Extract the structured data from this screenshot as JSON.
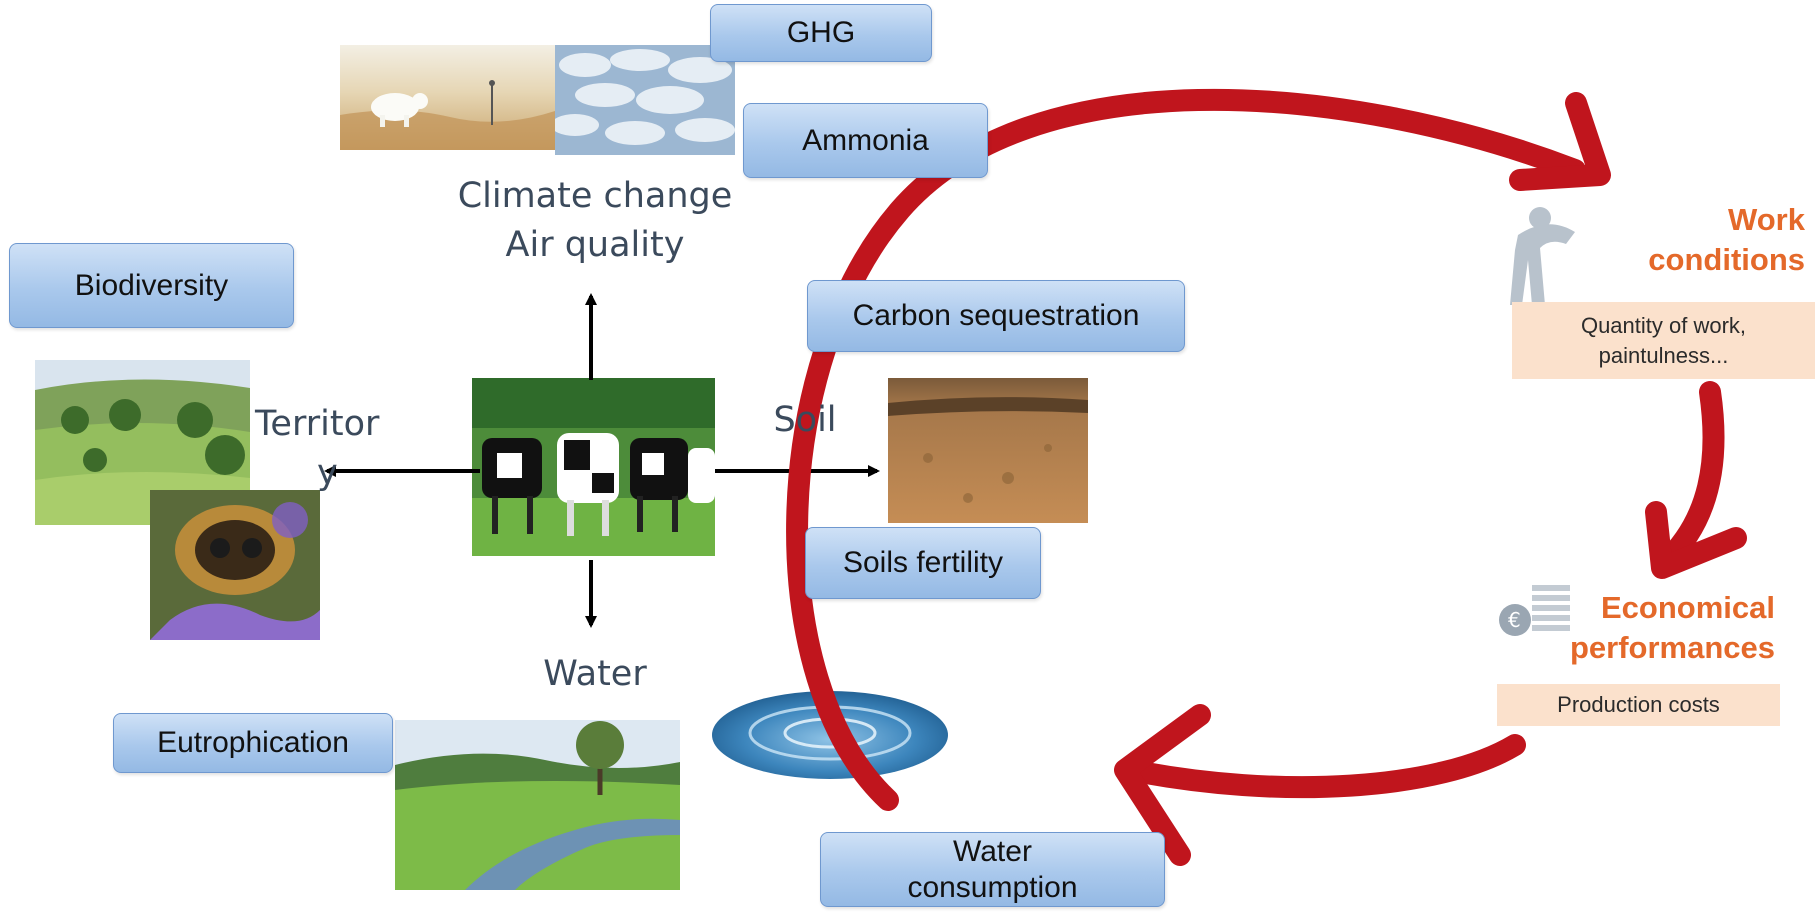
{
  "boxes": {
    "ghg": "GHG",
    "ammonia": "Ammonia",
    "biodiversity": "Biodiversity",
    "carbon_sequestration": "Carbon sequestration",
    "soils_fertility": "Soils fertility",
    "eutrophication": "Eutrophication",
    "water_consumption_line1": "Water",
    "water_consumption_line2": "consumption"
  },
  "labels": {
    "climate_line1": "Climate change",
    "climate_line2": "Air quality",
    "territory_line1": "Territor",
    "territory_line2": "y",
    "soil": "Soil",
    "water": "Water"
  },
  "right_panel": {
    "work_line1": "Work",
    "work_line2": "conditions",
    "work_detail_line1": "Quantity of work,",
    "work_detail_line2": "paintulness...",
    "econ_line1": "Economical",
    "econ_line2": "performances",
    "econ_detail": "Production costs"
  },
  "colors": {
    "cycle_arrow": "#c0151d",
    "box_fill": "#a9c8ec",
    "box_border": "#6f98cf",
    "orange_heading": "#e4692a",
    "peach_fill": "#fbe1cc",
    "label_text": "#3b4a5c"
  },
  "icons": [
    "cow-herd-photo",
    "climate-photo",
    "sky-photo",
    "landscape-photo",
    "bee-photo",
    "soil-photo",
    "water-drop-photo",
    "stream-photo",
    "worker-icon",
    "coins-icon"
  ]
}
